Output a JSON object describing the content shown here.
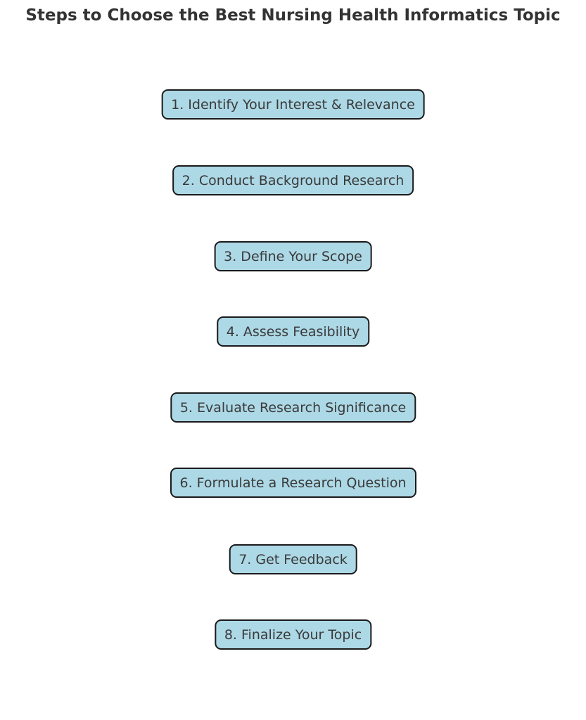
{
  "title": "Steps to Choose the Best Nursing Health Informatics Topic",
  "colors": {
    "box_fill": "#ADD8E6",
    "box_border": "#1a1a1a",
    "box_text": "#3a3a3a",
    "title": "#333333",
    "background": "#ffffff"
  },
  "steps": [
    {
      "label": "1. Identify Your Interest & Relevance"
    },
    {
      "label": "2. Conduct Background Research"
    },
    {
      "label": "3. Define Your Scope"
    },
    {
      "label": "4. Assess Feasibility"
    },
    {
      "label": "5. Evaluate Research Significance"
    },
    {
      "label": "6. Formulate a Research Question"
    },
    {
      "label": "7. Get Feedback"
    },
    {
      "label": "8. Finalize Your Topic"
    }
  ]
}
